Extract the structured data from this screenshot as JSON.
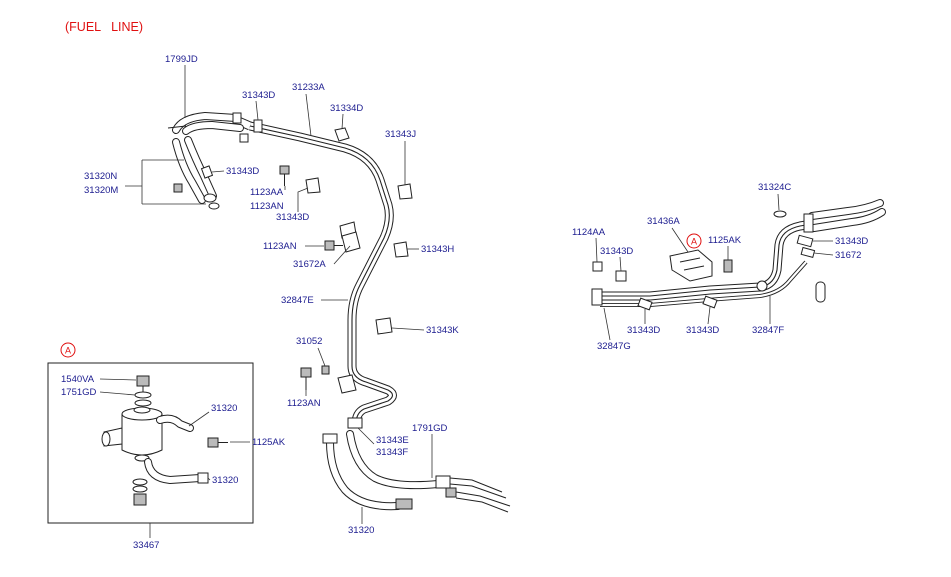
{
  "title": "(FUEL   LINE)",
  "colors": {
    "label": "#1c1c8f",
    "title": "#e01010",
    "line": "#222222"
  },
  "main": {
    "labels": [
      "1799JD",
      "31343D",
      "31233A",
      "31334D",
      "31343J",
      "31320N",
      "31320M",
      "31343D",
      "1123AA",
      "1123AN",
      "31343D",
      "1123AN",
      "31343H",
      "31672A",
      "32847E",
      "31343K",
      "31052",
      "1123AN",
      "31343E",
      "31343F",
      "1791GD",
      "31320"
    ]
  },
  "detail_a": {
    "marker": "A",
    "labels": [
      "1540VA",
      "1751GD",
      "31320",
      "1125AK",
      "31320",
      "33467"
    ]
  },
  "rear": {
    "marker": "A",
    "labels": [
      "31324C",
      "31436A",
      "1124AA",
      "1125AK",
      "31343D",
      "31343D",
      "31672",
      "31343D",
      "31343D",
      "32847F",
      "32847G"
    ]
  }
}
